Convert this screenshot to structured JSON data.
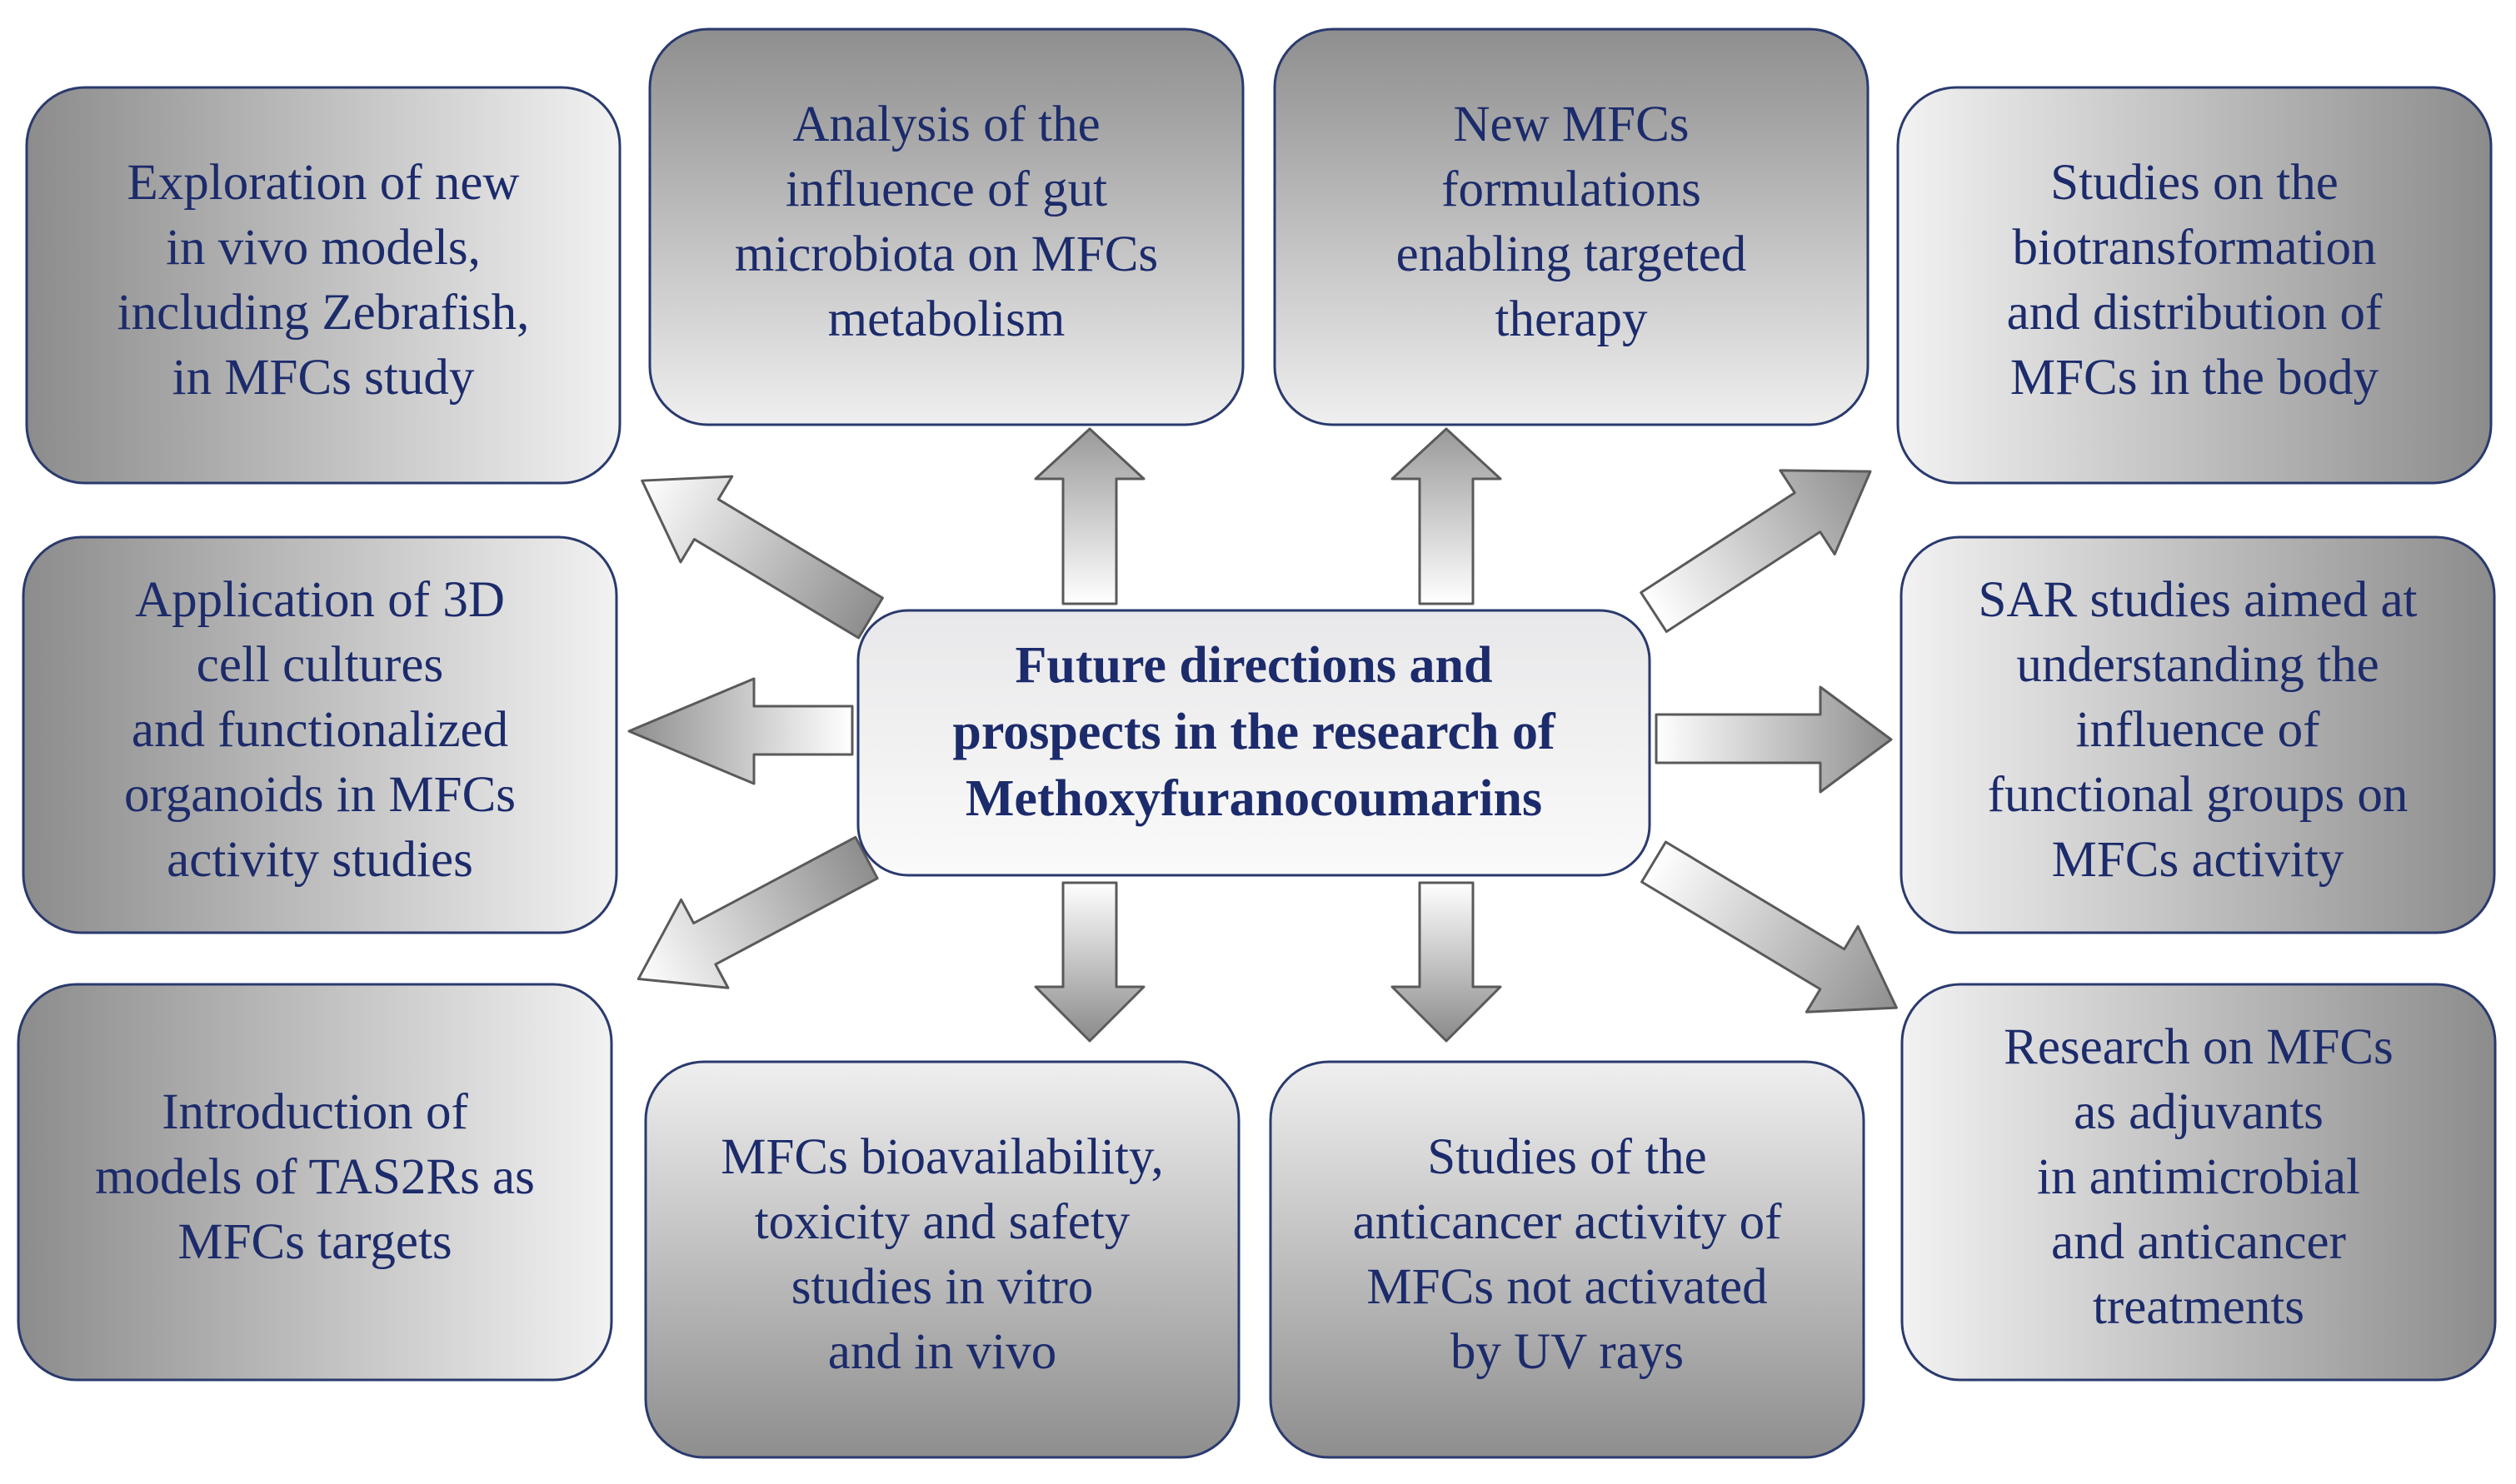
{
  "center": {
    "lines": [
      "Future directions and",
      "prospects in the research of",
      "Methoxyfuranocoumarins"
    ]
  },
  "boxes": [
    {
      "id": "zebrafish",
      "lines": [
        "Exploration of new",
        "in vivo models,",
        "including Zebrafish,",
        "in MFCs study"
      ]
    },
    {
      "id": "gut-microbiota",
      "lines": [
        "Analysis of the",
        "influence of gut",
        "microbiota on MFCs",
        "metabolism"
      ]
    },
    {
      "id": "formulations",
      "lines": [
        "New MFCs",
        "formulations",
        "enabling targeted",
        "therapy"
      ]
    },
    {
      "id": "biotransformation",
      "lines": [
        "Studies on the",
        "biotransformation",
        "and distribution of",
        "MFCs in the body"
      ]
    },
    {
      "id": "3d-cultures",
      "lines": [
        "Application of 3D",
        "cell cultures",
        "and functionalized",
        "organoids in MFCs",
        "activity studies"
      ]
    },
    {
      "id": "sar-studies",
      "lines": [
        "SAR studies aimed at",
        "understanding the",
        "influence of",
        "functional groups on",
        "MFCs activity"
      ]
    },
    {
      "id": "tas2rs",
      "lines": [
        "Introduction of",
        "models of TAS2Rs as",
        "MFCs targets"
      ]
    },
    {
      "id": "bioavailability",
      "lines": [
        "MFCs bioavailability,",
        "toxicity and safety",
        "studies in vitro",
        "and in vivo"
      ]
    },
    {
      "id": "anticancer-uv",
      "lines": [
        "Studies of the",
        "anticancer activity of",
        "MFCs not activated",
        "by UV rays"
      ]
    },
    {
      "id": "adjuvants",
      "lines": [
        "Research on MFCs",
        "as adjuvants",
        "in antimicrobial",
        "and anticancer",
        "treatments"
      ]
    }
  ]
}
